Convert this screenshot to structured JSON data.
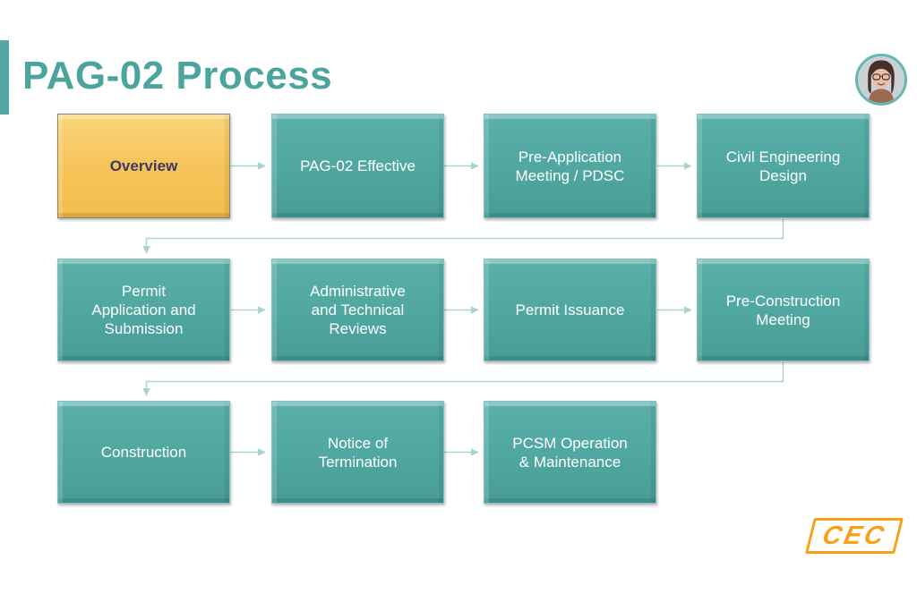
{
  "slide": {
    "title": "PAG-02 Process",
    "title_color": "#4BA49D",
    "accent_color": "#4FA8A1"
  },
  "flowchart": {
    "nodes": [
      {
        "label": "Overview",
        "highlighted": true
      },
      {
        "label": "PAG-02 Effective",
        "highlighted": false
      },
      {
        "label": "Pre-Application\nMeeting / PDSC",
        "highlighted": false
      },
      {
        "label": "Civil Engineering\nDesign",
        "highlighted": false
      },
      {
        "label": "Permit\nApplication and\nSubmission",
        "highlighted": false
      },
      {
        "label": "Administrative\nand Technical\nReviews",
        "highlighted": false
      },
      {
        "label": "Permit Issuance",
        "highlighted": false
      },
      {
        "label": "Pre-Construction\nMeeting",
        "highlighted": false
      },
      {
        "label": "Construction",
        "highlighted": false
      },
      {
        "label": "Notice of\nTermination",
        "highlighted": false
      },
      {
        "label": "PCSM Operation\n& Maintenance",
        "highlighted": false
      }
    ],
    "colors": {
      "node_fill": "#4FA7A0",
      "highlight_fill": "#F6C55A",
      "node_text": "#FFFFFF",
      "highlight_text": "#3D3865",
      "connector": "#A7D4D0"
    }
  },
  "logo": {
    "text": "CEC",
    "color": "#F6A118"
  }
}
